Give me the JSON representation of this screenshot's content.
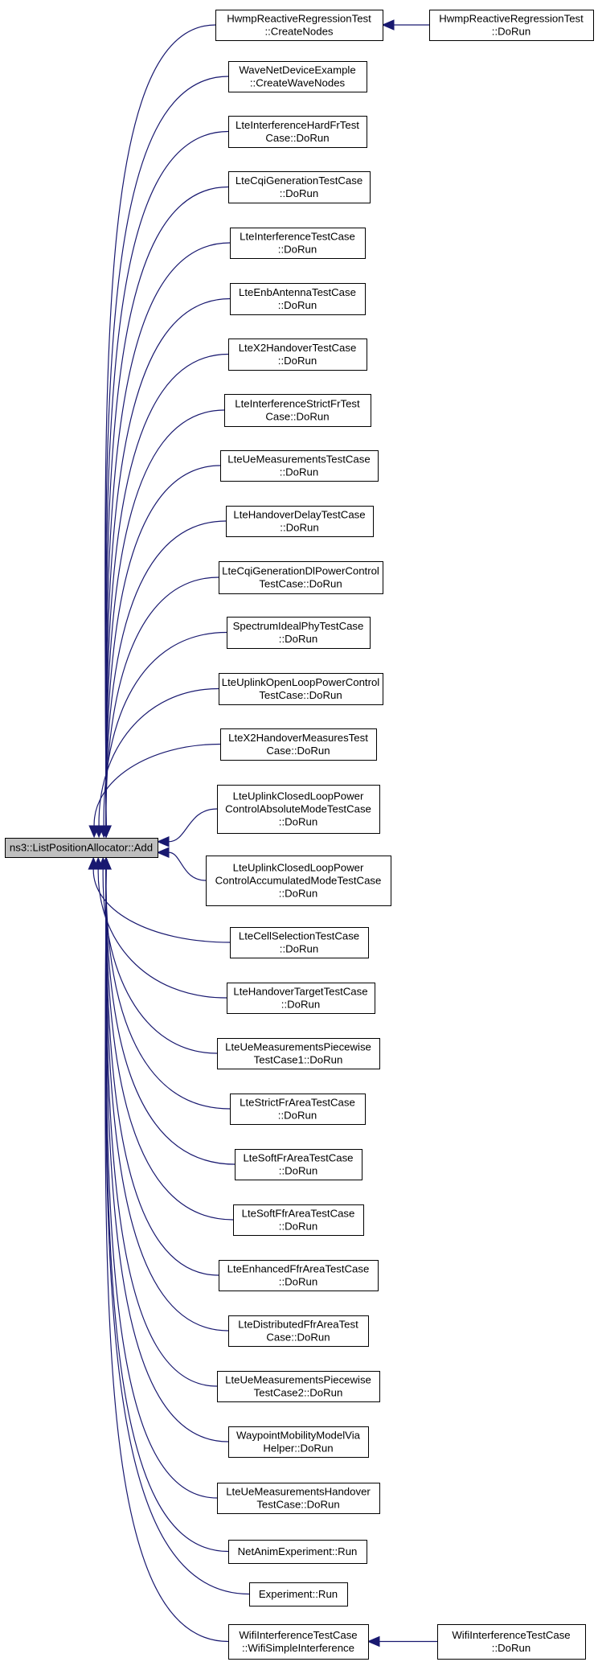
{
  "diagram": {
    "type": "call-graph",
    "root": {
      "id": "root",
      "lines": [
        "ns3::ListPositionAllocator::Add"
      ],
      "fill": "#bfbfbf"
    },
    "callers": [
      {
        "id": "n1",
        "lines": [
          "HwmpReactiveRegressionTest",
          "::CreateNodes"
        ]
      },
      {
        "id": "n1b",
        "lines": [
          "HwmpReactiveRegressionTest",
          "::DoRun"
        ]
      },
      {
        "id": "n2",
        "lines": [
          "WaveNetDeviceExample",
          "::CreateWaveNodes"
        ]
      },
      {
        "id": "n3",
        "lines": [
          "LteInterferenceHardFrTest",
          "Case::DoRun"
        ]
      },
      {
        "id": "n4",
        "lines": [
          "LteCqiGenerationTestCase",
          "::DoRun"
        ]
      },
      {
        "id": "n5",
        "lines": [
          "LteInterferenceTestCase",
          "::DoRun"
        ]
      },
      {
        "id": "n6",
        "lines": [
          "LteEnbAntennaTestCase",
          "::DoRun"
        ]
      },
      {
        "id": "n7",
        "lines": [
          "LteX2HandoverTestCase",
          "::DoRun"
        ]
      },
      {
        "id": "n8",
        "lines": [
          "LteInterferenceStrictFrTest",
          "Case::DoRun"
        ]
      },
      {
        "id": "n9",
        "lines": [
          "LteUeMeasurementsTestCase",
          "::DoRun"
        ]
      },
      {
        "id": "n10",
        "lines": [
          "LteHandoverDelayTestCase",
          "::DoRun"
        ]
      },
      {
        "id": "n11",
        "lines": [
          "LteCqiGenerationDlPowerControl",
          "TestCase::DoRun"
        ]
      },
      {
        "id": "n12",
        "lines": [
          "SpectrumIdealPhyTestCase",
          "::DoRun"
        ]
      },
      {
        "id": "n13",
        "lines": [
          "LteUplinkOpenLoopPowerControl",
          "TestCase::DoRun"
        ]
      },
      {
        "id": "n14",
        "lines": [
          "LteX2HandoverMeasuresTest",
          "Case::DoRun"
        ]
      },
      {
        "id": "n15",
        "lines": [
          "LteUplinkClosedLoopPower",
          "ControlAbsoluteModeTestCase",
          "::DoRun"
        ]
      },
      {
        "id": "n16",
        "lines": [
          "LteUplinkClosedLoopPower",
          "ControlAccumulatedModeTestCase",
          "::DoRun"
        ]
      },
      {
        "id": "n17",
        "lines": [
          "LteCellSelectionTestCase",
          "::DoRun"
        ]
      },
      {
        "id": "n18",
        "lines": [
          "LteHandoverTargetTestCase",
          "::DoRun"
        ]
      },
      {
        "id": "n19",
        "lines": [
          "LteUeMeasurementsPiecewise",
          "TestCase1::DoRun"
        ]
      },
      {
        "id": "n20",
        "lines": [
          "LteStrictFrAreaTestCase",
          "::DoRun"
        ]
      },
      {
        "id": "n21",
        "lines": [
          "LteSoftFrAreaTestCase",
          "::DoRun"
        ]
      },
      {
        "id": "n22",
        "lines": [
          "LteSoftFfrAreaTestCase",
          "::DoRun"
        ]
      },
      {
        "id": "n23",
        "lines": [
          "LteEnhancedFfrAreaTestCase",
          "::DoRun"
        ]
      },
      {
        "id": "n24",
        "lines": [
          "LteDistributedFfrAreaTest",
          "Case::DoRun"
        ]
      },
      {
        "id": "n25",
        "lines": [
          "LteUeMeasurementsPiecewise",
          "TestCase2::DoRun"
        ]
      },
      {
        "id": "n26",
        "lines": [
          "WaypointMobilityModelVia",
          "Helper::DoRun"
        ]
      },
      {
        "id": "n27",
        "lines": [
          "LteUeMeasurementsHandover",
          "TestCase::DoRun"
        ]
      },
      {
        "id": "n28",
        "lines": [
          "NetAnimExperiment::Run"
        ]
      },
      {
        "id": "n29",
        "lines": [
          "Experiment::Run"
        ]
      },
      {
        "id": "n30",
        "lines": [
          "WifiInterferenceTestCase",
          "::WifiSimpleInterference"
        ]
      },
      {
        "id": "n30b",
        "lines": [
          "WifiInterferenceTestCase",
          "::DoRun"
        ]
      }
    ],
    "edges": [
      {
        "from": "n1",
        "to": "root"
      },
      {
        "from": "n1b",
        "to": "n1"
      },
      {
        "from": "n2",
        "to": "root"
      },
      {
        "from": "n3",
        "to": "root"
      },
      {
        "from": "n4",
        "to": "root"
      },
      {
        "from": "n5",
        "to": "root"
      },
      {
        "from": "n6",
        "to": "root"
      },
      {
        "from": "n7",
        "to": "root"
      },
      {
        "from": "n8",
        "to": "root"
      },
      {
        "from": "n9",
        "to": "root"
      },
      {
        "from": "n10",
        "to": "root"
      },
      {
        "from": "n11",
        "to": "root"
      },
      {
        "from": "n12",
        "to": "root"
      },
      {
        "from": "n13",
        "to": "root"
      },
      {
        "from": "n14",
        "to": "root"
      },
      {
        "from": "n15",
        "to": "root"
      },
      {
        "from": "n16",
        "to": "root"
      },
      {
        "from": "n17",
        "to": "root"
      },
      {
        "from": "n18",
        "to": "root"
      },
      {
        "from": "n19",
        "to": "root"
      },
      {
        "from": "n20",
        "to": "root"
      },
      {
        "from": "n21",
        "to": "root"
      },
      {
        "from": "n22",
        "to": "root"
      },
      {
        "from": "n23",
        "to": "root"
      },
      {
        "from": "n24",
        "to": "root"
      },
      {
        "from": "n25",
        "to": "root"
      },
      {
        "from": "n26",
        "to": "root"
      },
      {
        "from": "n27",
        "to": "root"
      },
      {
        "from": "n28",
        "to": "root"
      },
      {
        "from": "n29",
        "to": "root"
      },
      {
        "from": "n30",
        "to": "root"
      },
      {
        "from": "n30b",
        "to": "n30"
      }
    ],
    "colors": {
      "edge": "#191970",
      "node_border": "#000000",
      "node_fill": "#ffffff",
      "text": "#000000"
    }
  }
}
